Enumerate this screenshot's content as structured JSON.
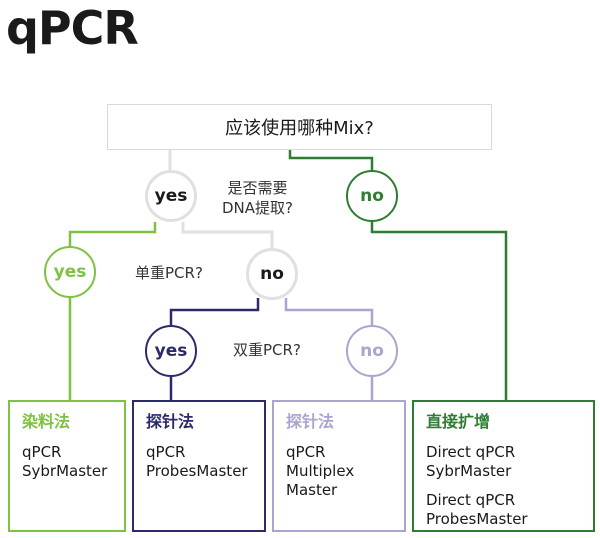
{
  "title": "qPCR",
  "question": "应该使用哪种Mix?",
  "notes": {
    "dna_extraction": [
      "是否需要",
      "DNA提取?"
    ],
    "single_pcr": "单重PCR?",
    "duplex_pcr": "双重PCR?"
  },
  "nodes": {
    "yes_extract": "yes",
    "no_extract": "no",
    "yes_single": "yes",
    "no_single": "no",
    "yes_duplex": "yes",
    "no_duplex": "no"
  },
  "boxes": {
    "dye": {
      "title": "染料法",
      "lines": [
        "qPCR",
        "SybrMaster"
      ]
    },
    "probe": {
      "title": "探针法",
      "lines": [
        "qPCR",
        "ProbesMaster"
      ]
    },
    "probe_multiplex": {
      "title": "探针法",
      "lines": [
        "qPCR",
        "Multiplex",
        "Master"
      ]
    },
    "direct": {
      "title": "直接扩增",
      "lines": [
        "Direct qPCR",
        "SybrMaster",
        "Direct qPCR",
        "ProbesMaster"
      ]
    }
  },
  "colors": {
    "light_gray": "#e0e0e0",
    "lime_green": "#7dc242",
    "dark_green": "#2e7d32",
    "navy": "#2b2a6b",
    "lavender": "#a9a5d1",
    "question_border": "#d9d9d9"
  }
}
